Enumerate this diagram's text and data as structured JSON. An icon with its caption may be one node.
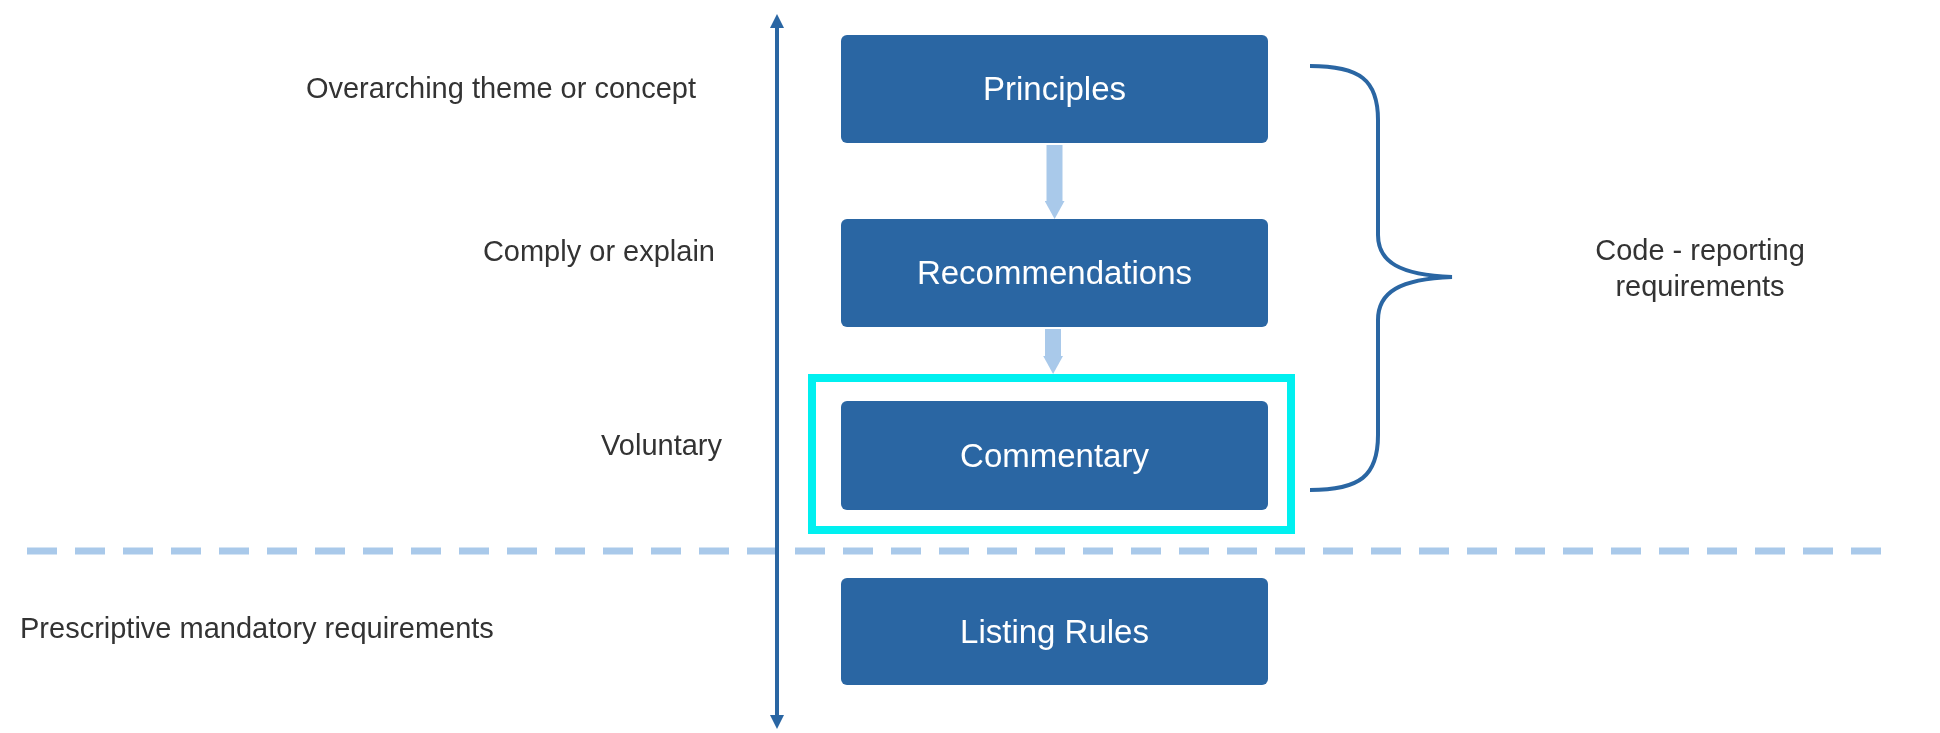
{
  "diagram": {
    "nodes": [
      {
        "text": [
          "Principles"
        ]
      },
      {
        "text": [
          "Recommendations"
        ]
      },
      {
        "text": [],
        "shape": "box"
      },
      {
        "text": [
          "Commentary"
        ],
        "in": 2
      },
      {
        "text": [
          "Listing Rules"
        ]
      }
    ],
    "edges": [
      {
        "from": 0,
        "to": 1,
        "arrow": "to"
      },
      {
        "from": 1,
        "to": 2,
        "arrow": "to"
      }
    ],
    "labels": [
      "Overarching theme or concept",
      "Comply or explain",
      "Voluntary",
      "Prescriptive mandatory requirements",
      "Code - reporting requirements"
    ]
  }
}
